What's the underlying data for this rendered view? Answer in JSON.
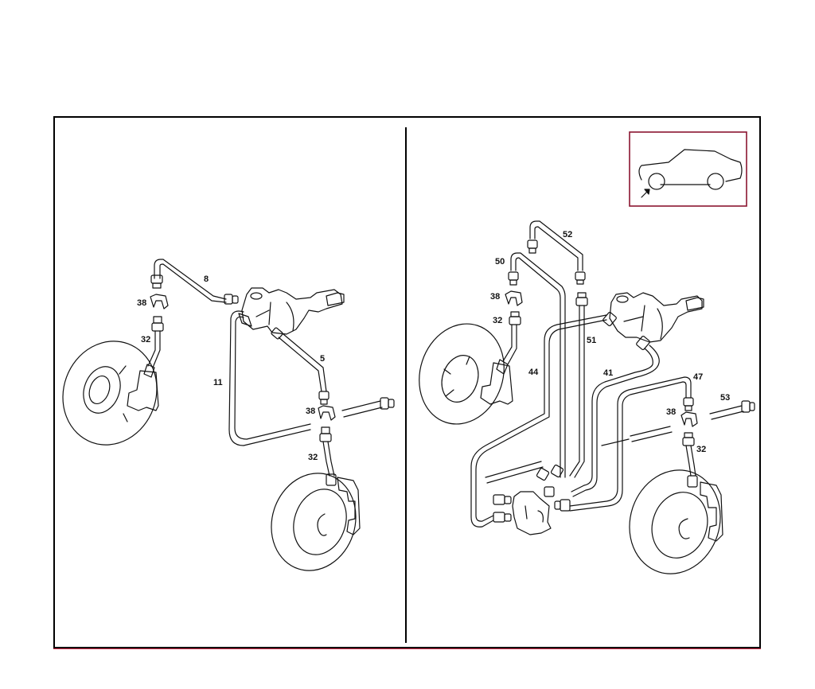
{
  "diagram": {
    "type": "exploded parts diagram - brake lines",
    "colors": {
      "line": "#111111",
      "frame": "#000000",
      "inset_border": "#8b1530",
      "fringe": "#c8213f"
    },
    "left_panel": {
      "labels": [
        {
          "id": "l8",
          "text": "8"
        },
        {
          "id": "l38a",
          "text": "38"
        },
        {
          "id": "l32a",
          "text": "32"
        },
        {
          "id": "l11",
          "text": "11"
        },
        {
          "id": "l5",
          "text": "5"
        },
        {
          "id": "l38b",
          "text": "38"
        },
        {
          "id": "l32b",
          "text": "32"
        }
      ]
    },
    "right_panel": {
      "inset": {
        "name": "car-location-inset",
        "description": "car silhouette with arrow pointing at front-left wheel"
      },
      "labels": [
        {
          "id": "r52",
          "text": "52"
        },
        {
          "id": "r50",
          "text": "50"
        },
        {
          "id": "r38a",
          "text": "38"
        },
        {
          "id": "r32a",
          "text": "32"
        },
        {
          "id": "r51",
          "text": "51"
        },
        {
          "id": "r44",
          "text": "44"
        },
        {
          "id": "r41",
          "text": "41"
        },
        {
          "id": "r47",
          "text": "47"
        },
        {
          "id": "r53",
          "text": "53"
        },
        {
          "id": "r38b",
          "text": "38"
        },
        {
          "id": "r32b",
          "text": "32"
        }
      ]
    }
  }
}
